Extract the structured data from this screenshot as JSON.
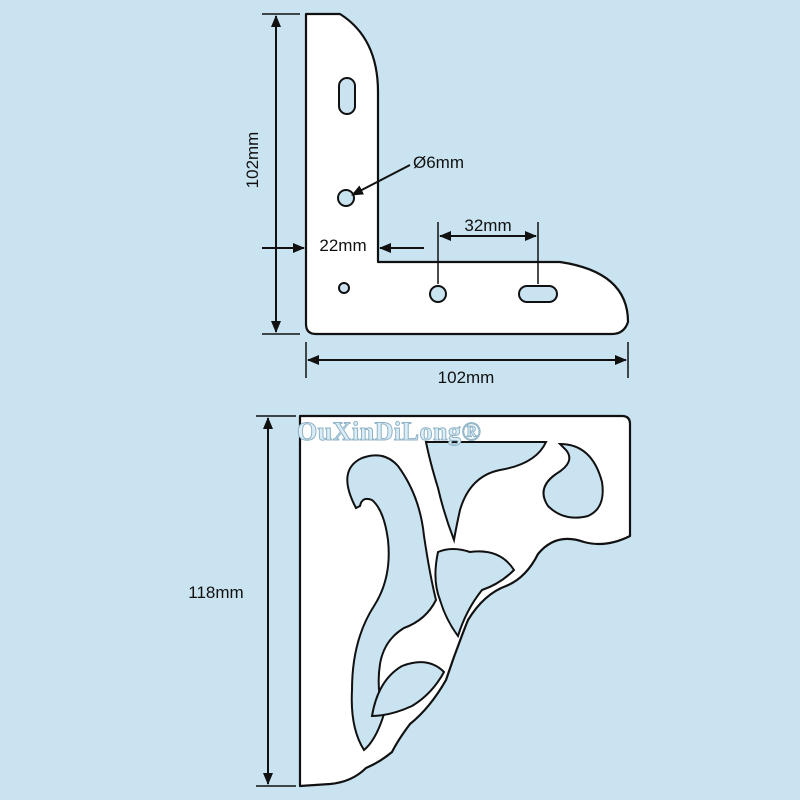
{
  "diagram": {
    "bracket_top": {
      "height_label": "102mm",
      "width_label": "102mm",
      "hole_diameter_label": "Ø6mm",
      "arm_width_label": "22mm",
      "hole_spacing_label": "32mm"
    },
    "bracket_bottom": {
      "height_label": "118mm"
    },
    "watermark": "OuXinDiLong®"
  }
}
